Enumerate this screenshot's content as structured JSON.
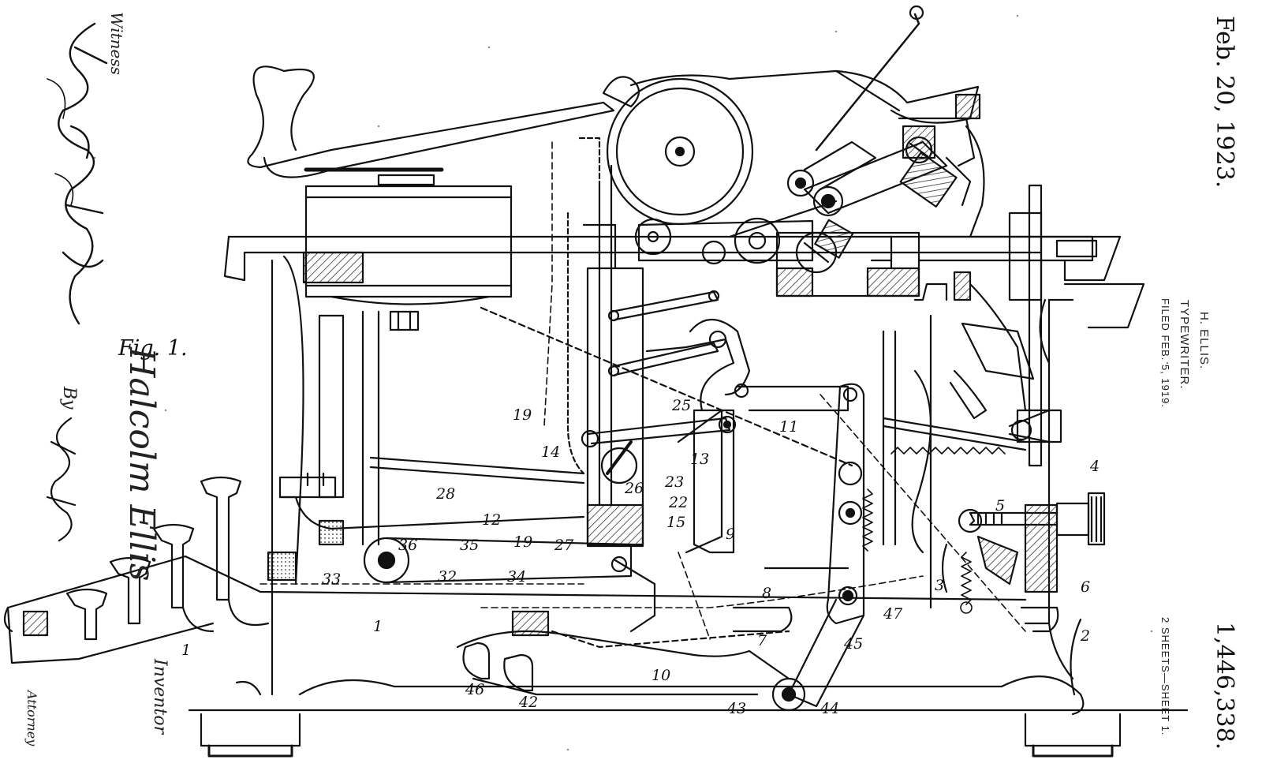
{
  "header": {
    "date": "Feb. 20, 1923.",
    "patent_number": "1,446,338."
  },
  "caption": {
    "inventor_name": "H. ELLIS.",
    "title": "TYPEWRITER.",
    "filed": "FILED FEB. 5, 1919.",
    "sheets": "2 SHEETS—SHEET 1."
  },
  "figure": {
    "label": "Fig. 1."
  },
  "signatures": {
    "witness_label": "Witness",
    "inventor_signature": "Halcolm Ellis",
    "by_label": "By",
    "inventor_label": "Inventor",
    "attorney_label": "Attorney"
  },
  "reference_numerals": [
    "1",
    "1",
    "2",
    "3",
    "4",
    "5",
    "6",
    "7",
    "8",
    "9",
    "10",
    "11",
    "12",
    "13",
    "14",
    "15",
    "19",
    "19",
    "22",
    "23",
    "25",
    "26",
    "27",
    "28",
    "32",
    "33",
    "34",
    "35",
    "36",
    "42",
    "43",
    "44",
    "45",
    "46",
    "47"
  ],
  "colors": {
    "ink": "#111111",
    "paper": "#ffffff",
    "hatch": "#555555"
  }
}
